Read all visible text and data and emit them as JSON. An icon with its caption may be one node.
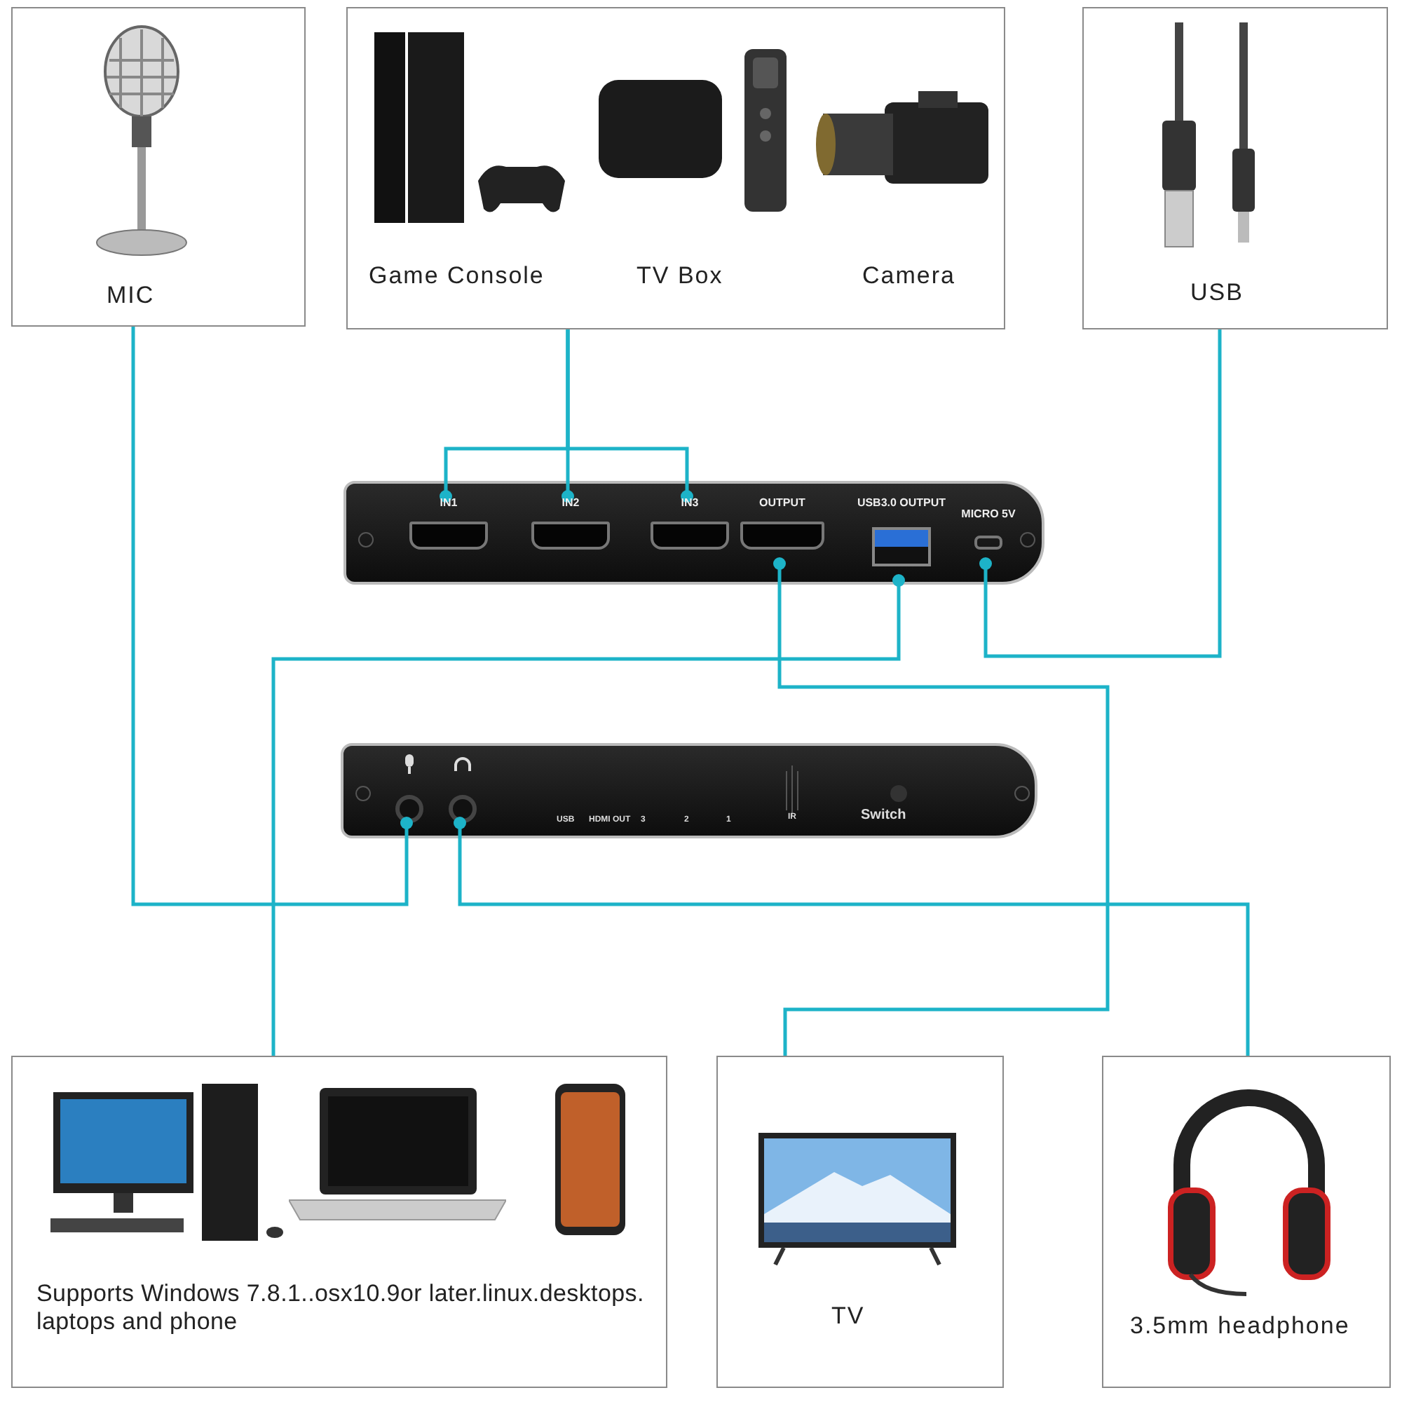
{
  "diagram": {
    "nodes": [
      {
        "text": [
          "MIC"
        ]
      },
      {
        "text": [
          "Game Console",
          "TV Box",
          "Camera"
        ]
      },
      {
        "text": [
          "USB"
        ]
      },
      {
        "text": [],
        "shape": "picture"
      },
      {
        "text": [
          "IN1"
        ],
        "in": 3
      },
      {
        "text": [
          "IN2"
        ],
        "in": 3
      },
      {
        "text": [
          "IN3"
        ],
        "in": 3
      },
      {
        "text": [
          "OUTPUT"
        ],
        "in": 3
      },
      {
        "text": [
          "USB3.0 OUTPUT"
        ],
        "in": 3
      },
      {
        "text": [
          "MICRO 5V"
        ],
        "in": 3
      },
      {
        "text": [],
        "shape": "picture"
      },
      {
        "text": [],
        "shape": "circle",
        "in": 10
      },
      {
        "text": [],
        "shape": "circle",
        "in": 10
      },
      {
        "text": [
          "Supports Windows 7.8.1..osx10.9or later.linux.desktops. laptops and phone"
        ]
      },
      {
        "text": [
          "TV"
        ]
      },
      {
        "text": [
          "3.5mm headphone"
        ]
      }
    ],
    "edges": [
      {
        "from": 0,
        "to": 11,
        "arrow": "other"
      },
      {
        "from": 1,
        "to": 4,
        "arrow": "other"
      },
      {
        "from": 1,
        "to": 5,
        "arrow": "other"
      },
      {
        "from": 1,
        "to": 6,
        "arrow": "other"
      },
      {
        "from": 2,
        "to": 9,
        "arrow": "other"
      },
      {
        "from": 14,
        "to": 7,
        "arrow": "other"
      },
      {
        "from": 13,
        "to": 8,
        "arrow": "other"
      },
      {
        "from": 15,
        "to": 12,
        "arrow": "other"
      }
    ],
    "labels": [
      "USB",
      "HDMI OUT",
      "3",
      "2",
      "1",
      "IR",
      "Switch"
    ]
  }
}
